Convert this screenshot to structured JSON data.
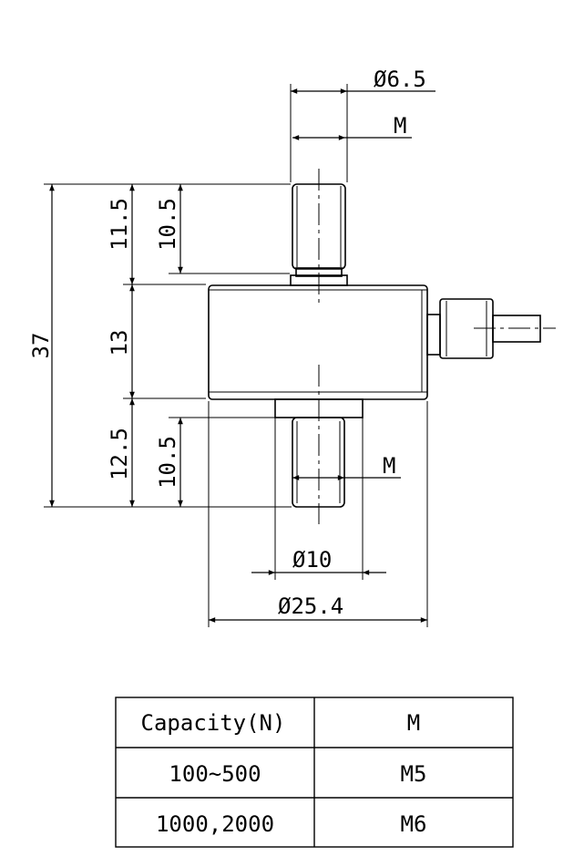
{
  "dimensions": {
    "pin_top_diameter": "6.5",
    "thread_top_label": "M",
    "total_height": "37",
    "top_pin_height": "11.5",
    "top_thread_height": "10.5",
    "body_height": "13",
    "bottom_pin_height": "12.5",
    "bottom_thread_height": "10.5",
    "thread_bottom_label": "M",
    "collar_diameter": "10",
    "body_diameter": "25.4"
  },
  "table": {
    "headers": [
      "Capacity(N)",
      "M"
    ],
    "rows": [
      [
        "100~500",
        "M5"
      ],
      [
        "1000,2000",
        "M6"
      ]
    ]
  }
}
